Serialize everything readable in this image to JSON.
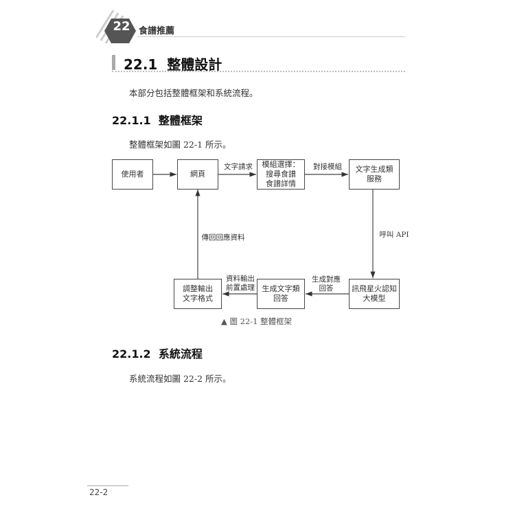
{
  "header": {
    "chapter_number": "22",
    "chapter_title": "食譜推薦"
  },
  "section": {
    "number": "22.1",
    "title": "整體設計",
    "intro": "本部分包括整體框架和系統流程。"
  },
  "sub1": {
    "number": "22.1.1",
    "title": "整體框架",
    "text": "整體框架如圖 22-1 所示。"
  },
  "diagram": {
    "boxes": {
      "user": "使用者",
      "web": "網頁",
      "module": "模組選擇：\n搜尋食譜\n食譜詳情",
      "service": "文字生成類\n服務",
      "llm": "訊飛星火認知\n大模型",
      "gen": "生成文字類\n回答",
      "format": "調整輸出\n文字格式"
    },
    "edges": {
      "text_request": "文字請求",
      "connect": "對接模組",
      "call_api": "呼叫 API",
      "gen_answer": "生成對應\n回答",
      "preprocess": "資料輸出\n前置處理",
      "return": "傳回回應資料"
    },
    "caption": "▲ 圖 22-1  整體框架"
  },
  "sub2": {
    "number": "22.1.2",
    "title": "系統流程",
    "text": "系統流程如圖 22-2 所示。"
  },
  "footer": {
    "page": "22-2"
  }
}
